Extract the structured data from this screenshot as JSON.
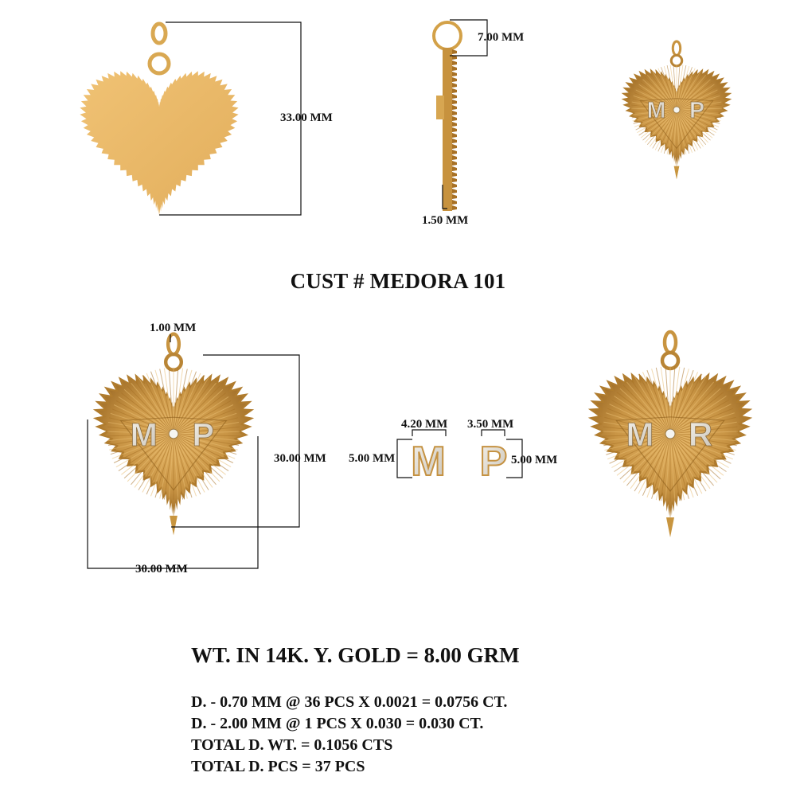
{
  "sheet": {
    "title": "CUST # MEDORA 101",
    "gold_weight": "WT. IN 14K. Y. GOLD = 8.00 GRM",
    "diamond_lines": [
      "D. - 0.70 MM @ 36 PCS X 0.0021 = 0.0756 CT.",
      "D. - 2.00 MM @ 1 PCS X 0.030 = 0.030 CT.",
      "TOTAL D. WT. = 0.1056 CTS",
      "TOTAL D. PCS = 37 PCS"
    ]
  },
  "dimensions": {
    "height_back": "33.00 MM",
    "bail_size": "7.00 MM",
    "thickness": "1.50 MM",
    "bail_wire": "1.00 MM",
    "front_height": "30.00 MM",
    "front_width": "30.00 MM",
    "letter_m_width": "4.20 MM",
    "letter_m_height": "5.00 MM",
    "letter_p_width": "3.50 MM",
    "letter_p_height": "5.00 MM"
  },
  "pendants": {
    "top_right_letters": [
      "M",
      "P"
    ],
    "front_letters": [
      "M",
      "P"
    ],
    "loose_letters": [
      "M",
      "P"
    ],
    "right_letters": [
      "M",
      "R"
    ]
  },
  "colors": {
    "gold": "#e9b865",
    "gold_dark": "#b8842f",
    "gold_shadow": "#8a5e1c",
    "letter": "#e8e4dc"
  }
}
